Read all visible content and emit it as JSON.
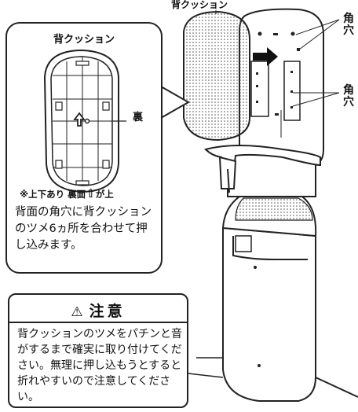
{
  "labels": {
    "back_cushion_top": "背クッション",
    "square_hole_1": "角穴",
    "square_hole_2": "角穴"
  },
  "inset": {
    "title": "背クッション",
    "back_side": "裏",
    "note_updown": "※上下あり 裏面",
    "note_updown_arrow": "⇧",
    "note_updown_tail": "が上",
    "body": "背面の角穴に背クッションのツメ6ヵ所を合わせて押し込みます。"
  },
  "caution": {
    "icon": "warning-triangle",
    "title": "注意",
    "body": "背クッションのツメをパチンと音がするまで確実に取り付けてください。無理に押し込もうとすると折れやすいので注意してください。"
  },
  "colors": {
    "line": "#222222",
    "dots": "#555555",
    "background": "#ffffff"
  }
}
